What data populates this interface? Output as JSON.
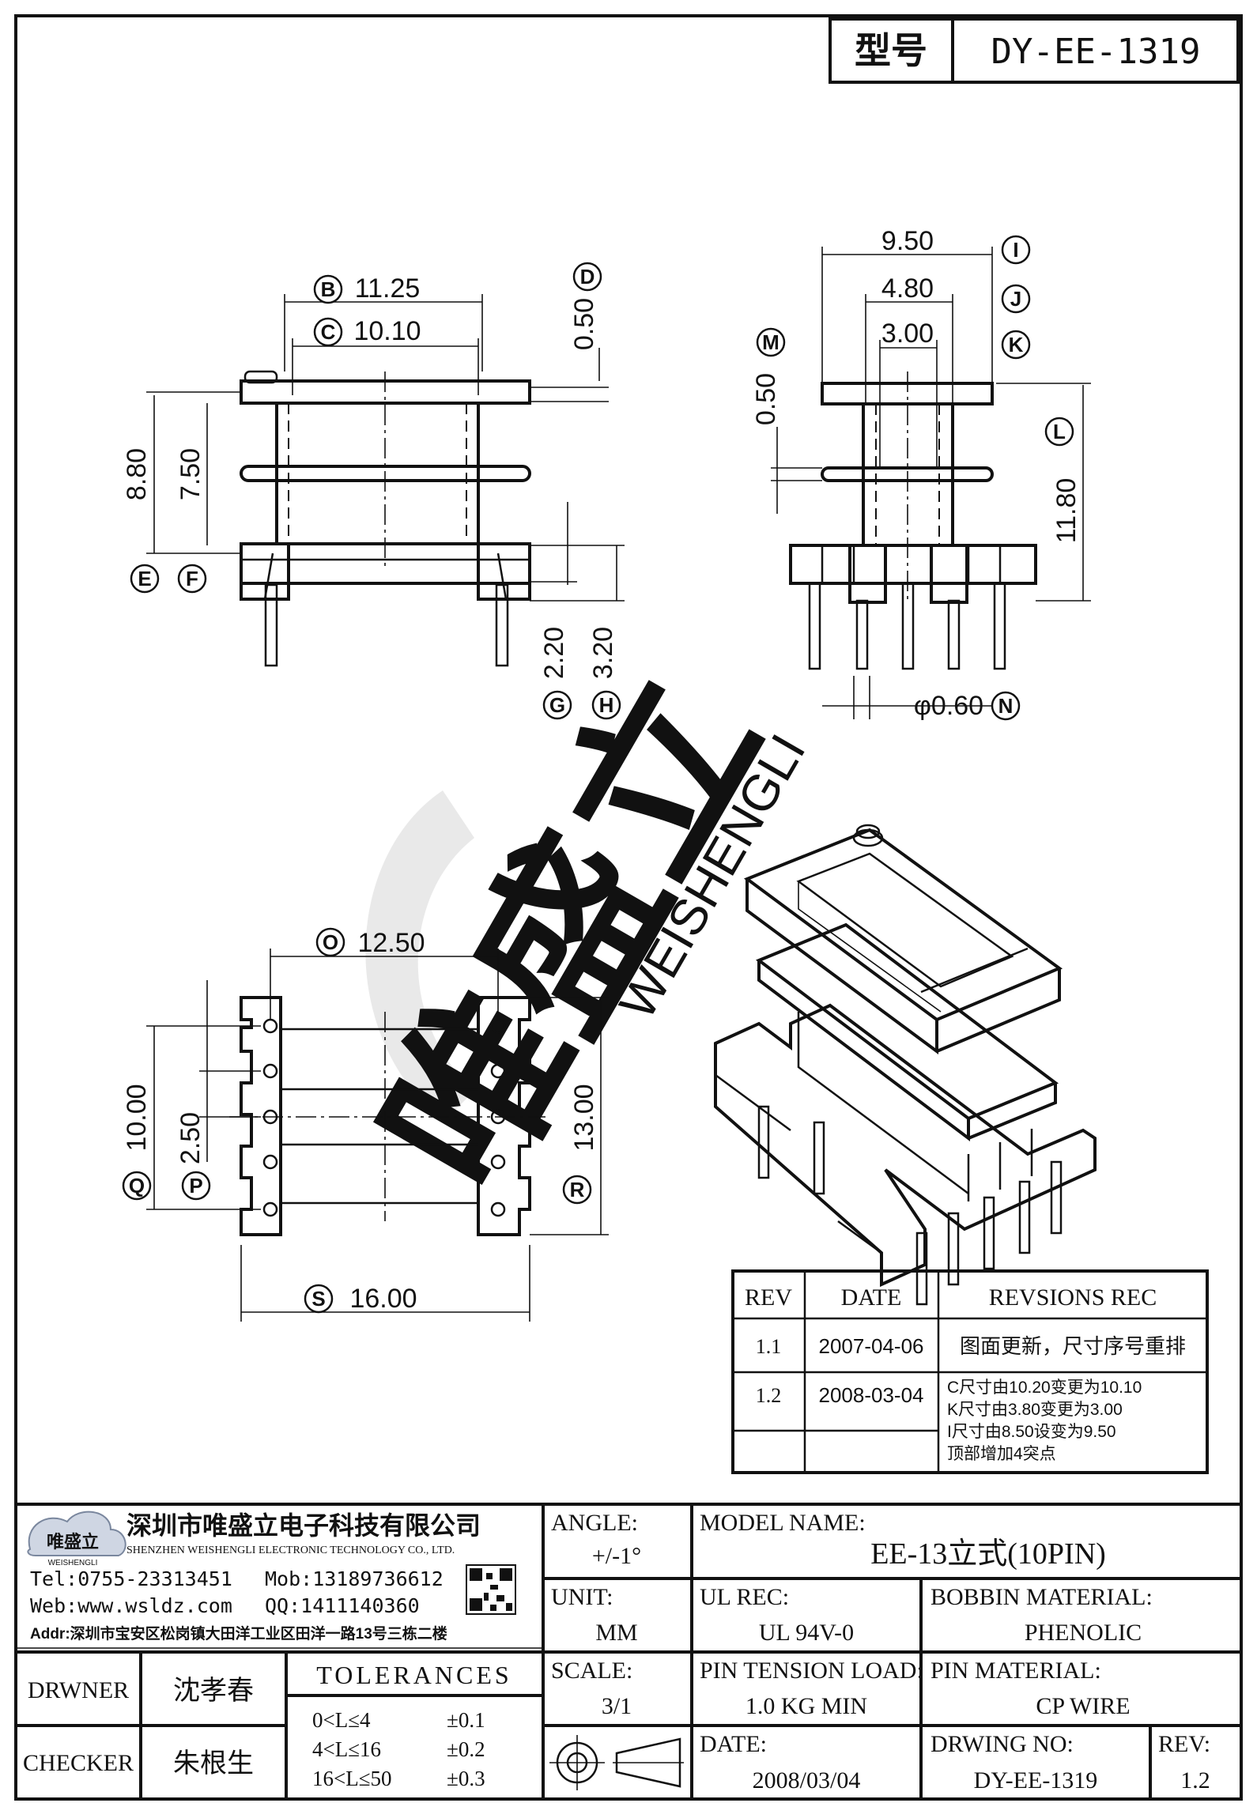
{
  "header": {
    "model_label": "型号",
    "model_no": "DY-EE-1319"
  },
  "watermark": {
    "brand": "唯盛立",
    "brand_en": "WEISHENGLI"
  },
  "dimensions": {
    "B": {
      "letter": "B",
      "value": "11.25"
    },
    "C": {
      "letter": "C",
      "value": "10.10"
    },
    "D": {
      "letter": "D",
      "value": "0.50"
    },
    "E": {
      "letter": "E",
      "value": "8.80"
    },
    "F": {
      "letter": "F",
      "value": "7.50"
    },
    "G": {
      "letter": "G",
      "value": "2.20"
    },
    "H": {
      "letter": "H",
      "value": "3.20"
    },
    "I": {
      "letter": "I",
      "value": "9.50"
    },
    "J": {
      "letter": "J",
      "value": "4.80"
    },
    "K": {
      "letter": "K",
      "value": "3.00"
    },
    "L": {
      "letter": "L",
      "value": "11.80"
    },
    "M": {
      "letter": "M",
      "value": "0.50"
    },
    "N": {
      "letter": "N",
      "value": "φ0.60"
    },
    "O": {
      "letter": "O",
      "value": "12.50"
    },
    "P": {
      "letter": "P",
      "value": "2.50"
    },
    "Q": {
      "letter": "Q",
      "value": "10.00"
    },
    "R": {
      "letter": "R",
      "value": "13.00"
    },
    "S": {
      "letter": "S",
      "value": "16.00"
    }
  },
  "revisions": {
    "headers": [
      "REV",
      "DATE",
      "REVSIONS REC"
    ],
    "rows": [
      {
        "rev": "1.1",
        "date": "2007-04-06",
        "lines": [
          "图面更新，尺寸序号重排"
        ]
      },
      {
        "rev": "1.2",
        "date": "2008-03-04",
        "lines": [
          "C尺寸由10.20变更为10.10",
          "K尺寸由3.80变更为3.00",
          "I尺寸由8.50设变为9.50",
          "顶部增加4突点"
        ]
      }
    ]
  },
  "company": {
    "logo_text": "唯盛立",
    "logo_sub": "WEISHENGLI",
    "name_cn": "深圳市唯盛立电子科技有限公司",
    "name_en": "SHENZHEN WEISHENGLI ELECTRONIC TECHNOLOGY CO., LTD.",
    "tel": "Tel:0755-23313451",
    "mob": "Mob:13189736612",
    "web": "Web:www.wsldz.com",
    "qq": "QQ:1411140360",
    "addr": "Addr:深圳市宝安区松岗镇大田洋工业区田洋一路13号三栋二楼"
  },
  "title_block": {
    "angle_label": "ANGLE:",
    "angle_value": "+/-1°",
    "model_name_label": "MODEL NAME:",
    "model_name_value": "EE-13立式(10PIN)",
    "unit_label": "UNIT:",
    "unit_value": "MM",
    "ul_label": "UL REC:",
    "ul_value": "UL 94V-0",
    "bobbin_label": "BOBBIN MATERIAL:",
    "bobbin_value": "PHENOLIC",
    "scale_label": "SCALE:",
    "scale_value": "3/1",
    "pin_tension_label": "PIN TENSION LOAD:",
    "pin_tension_value": "1.0 KG MIN",
    "pin_material_label": "PIN MATERIAL:",
    "pin_material_value": "CP WIRE",
    "date_label": "DATE:",
    "date_value": "2008/03/04",
    "drwing_label": "DRWING NO:",
    "drwing_value": "DY-EE-1319",
    "rev_label": "REV:",
    "rev_value": "1.2",
    "drwner_label": "DRWNER",
    "drwner_value": "沈孝春",
    "checker_label": "CHECKER",
    "checker_value": "朱根生",
    "tolerances_label": "TOLERANCES",
    "tolerances": [
      {
        "range": "0<L≤4",
        "tol": "±0.1"
      },
      {
        "range": "4<L≤16",
        "tol": "±0.2"
      },
      {
        "range": "16<L≤50",
        "tol": "±0.3"
      }
    ]
  }
}
